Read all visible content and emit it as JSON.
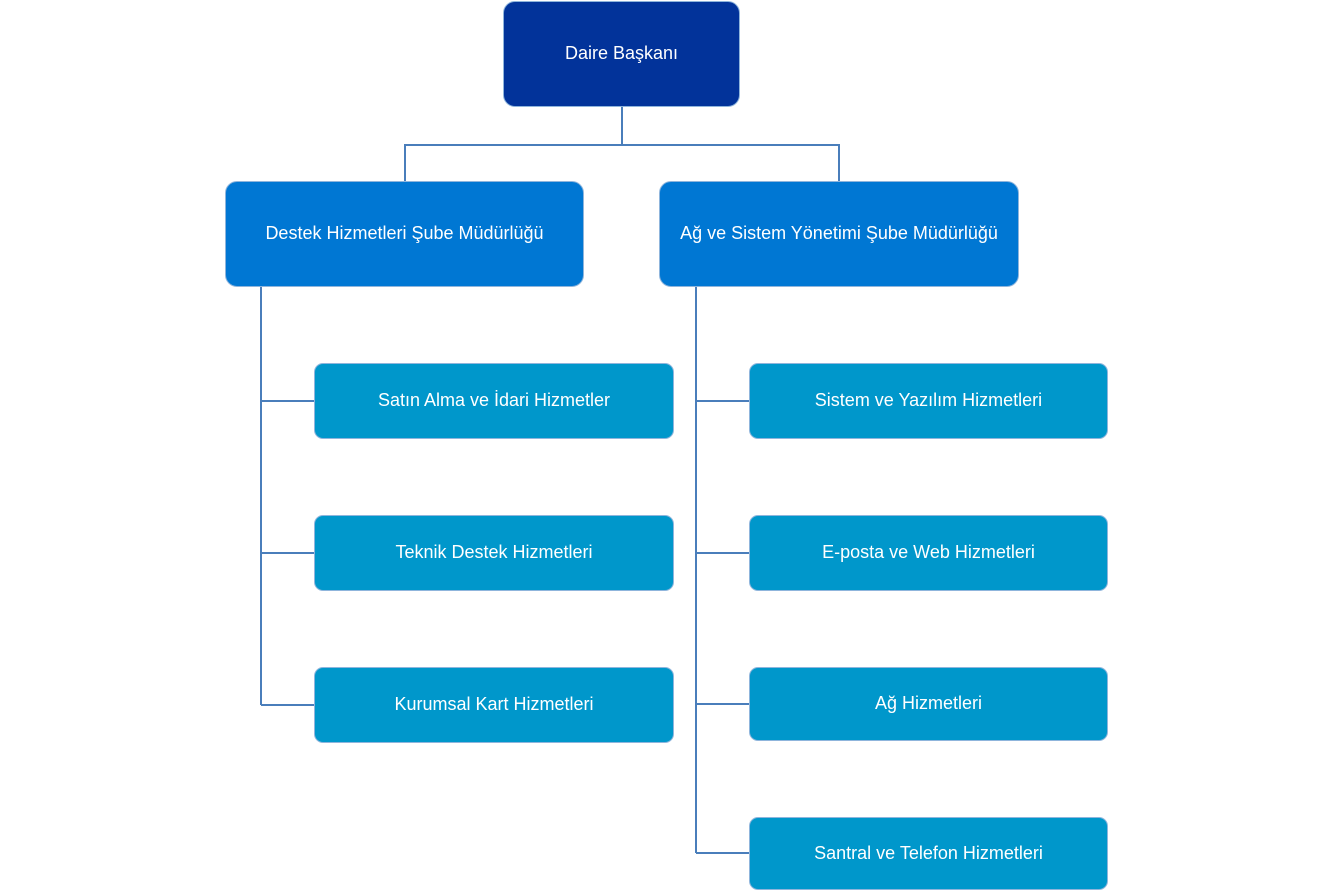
{
  "chart": {
    "root": {
      "label": "Daire Başkanı"
    },
    "departments": [
      {
        "label": "Destek Hizmetleri Şube Müdürlüğü",
        "units": [
          "Satın Alma ve İdari Hizmetler",
          "Teknik Destek Hizmetleri",
          "Kurumsal Kart Hizmetleri"
        ]
      },
      {
        "label": "Ağ ve Sistem Yönetimi Şube Müdürlüğü",
        "units": [
          "Sistem ve Yazılım Hizmetleri",
          "E-posta ve Web Hizmetleri",
          "Ağ Hizmetleri",
          "Santral ve Telefon Hizmetleri"
        ]
      }
    ]
  },
  "colors": {
    "root_fill": "#02339a",
    "department_fill": "#0077d3",
    "unit_fill": "#0097cb",
    "border": "#8fb5dc",
    "connector": "#4a7ebb",
    "text": "#ffffff"
  }
}
